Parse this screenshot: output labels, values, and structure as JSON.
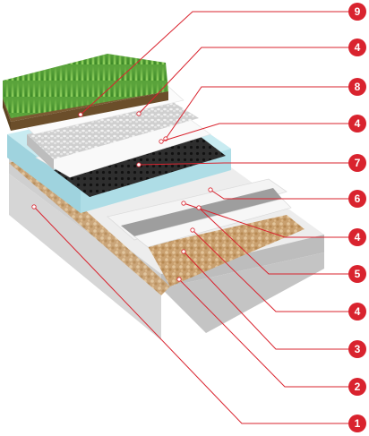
{
  "diagram": {
    "colors": {
      "accent": "#d9232e",
      "concrete": "#dcdcdc",
      "membrane_white": "#f3f3f3",
      "gravel": "#cda87a",
      "insulation": "#b9e3ea",
      "drainage_mat": "#2b2b2b",
      "pebbles": "#d9d9d9",
      "soil": "#8a6b3f",
      "grass": "#58a53a"
    },
    "callouts": [
      {
        "label": "9"
      },
      {
        "label": "4"
      },
      {
        "label": "8"
      },
      {
        "label": "4"
      },
      {
        "label": "7"
      },
      {
        "label": "6"
      },
      {
        "label": "4"
      },
      {
        "label": "5"
      },
      {
        "label": "4"
      },
      {
        "label": "3"
      },
      {
        "label": "2"
      },
      {
        "label": "1"
      }
    ]
  }
}
